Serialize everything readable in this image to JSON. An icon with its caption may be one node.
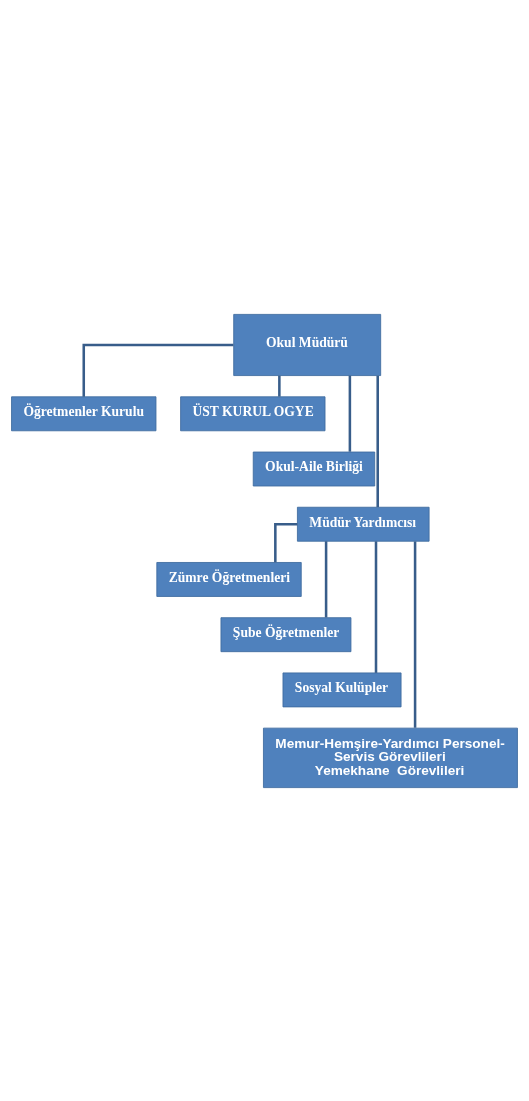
{
  "diagram": {
    "nodes": [
      {
        "text": [
          "Okul Müdürü"
        ]
      },
      {
        "text": [
          "Öğretmenler Kurulu"
        ]
      },
      {
        "text": [
          "ÜST KURUL OGYE"
        ]
      },
      {
        "text": [
          "Okul-Aile Birliği"
        ]
      },
      {
        "text": [
          "Müdür Yardımcısı"
        ]
      },
      {
        "text": [
          "Zümre Öğretmenleri"
        ]
      },
      {
        "text": [
          "Şube Öğretmenler"
        ]
      },
      {
        "text": [
          "Sosyal Kulüpler"
        ]
      },
      {
        "text": [
          "Memur-Hemşire-Yardımcı Personel-",
          "Servis Görevlileri",
          "Yemekhane  Görevlileri"
        ]
      }
    ],
    "edges": [
      {
        "from": 0,
        "to": 1,
        "arrow": "none"
      },
      {
        "from": 0,
        "to": 2,
        "arrow": "none"
      },
      {
        "from": 0,
        "to": 3,
        "arrow": "none"
      },
      {
        "from": 0,
        "to": 4,
        "arrow": "none"
      },
      {
        "from": 4,
        "to": 5,
        "arrow": "none"
      },
      {
        "from": 4,
        "to": 6,
        "arrow": "none"
      },
      {
        "from": 4,
        "to": 7,
        "arrow": "none"
      },
      {
        "from": 4,
        "to": 8,
        "arrow": "none"
      }
    ]
  }
}
